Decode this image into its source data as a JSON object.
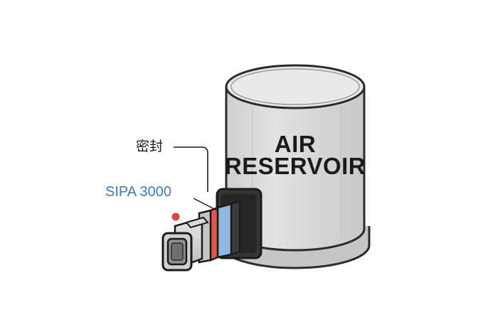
{
  "reservoir": {
    "label_line1": "AIR",
    "label_line2": "RESERVOIR"
  },
  "callouts": {
    "seal_label": "密封",
    "sipa_label": "SIPA 3000"
  },
  "colors": {
    "tank_body": "#d9d9d9",
    "tank_top": "#e8e8e8",
    "outline": "#2b2b2b",
    "flange": "#2e2e2e",
    "blue_band": "#8fb8e3",
    "red_band": "#e0564c",
    "connector": "#d6d6d6",
    "dot": "#d9463e",
    "sipa_text": "#3f7bb0"
  }
}
